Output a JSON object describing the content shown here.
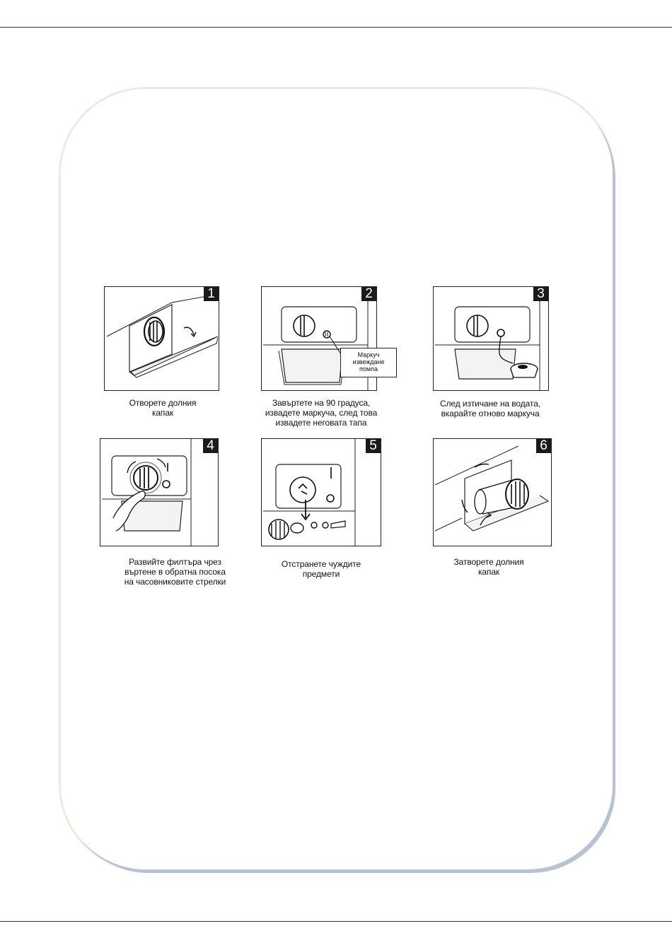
{
  "steps": [
    {
      "number": "1",
      "caption": [
        "Отворете долния",
        "капак"
      ]
    },
    {
      "number": "2",
      "caption": [
        "Завъртете на 90 градуса,",
        "извадете маркуча, след това",
        "извадете неговата тапа"
      ],
      "callout": [
        "Маркуч",
        "извеждане",
        "помпа"
      ]
    },
    {
      "number": "3",
      "caption": [
        "След изтичане на водата,",
        "вкарайте отново маркуча"
      ]
    },
    {
      "number": "4",
      "caption": [
        "Развийте филтъра чрез",
        "въртене в обратна посока",
        "на часовниковите стрелки"
      ]
    },
    {
      "number": "5",
      "caption": [
        "Отстранете чуждите",
        "предмети"
      ]
    },
    {
      "number": "6",
      "caption": [
        "Затворете долния",
        "капак"
      ]
    }
  ]
}
